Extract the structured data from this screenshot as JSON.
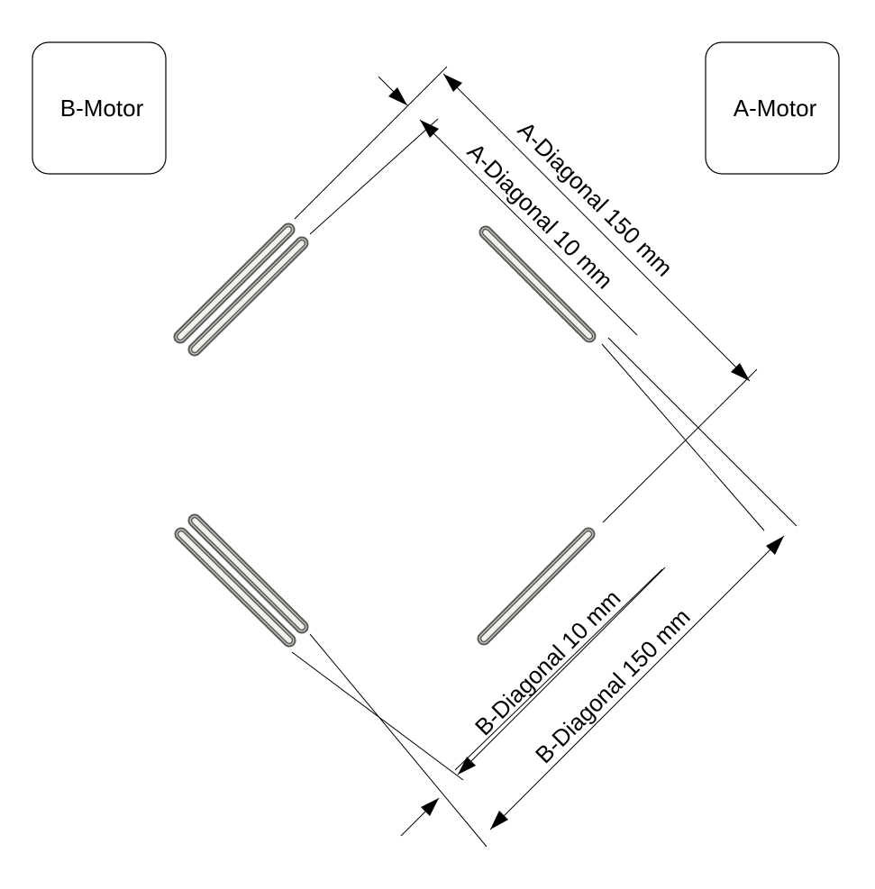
{
  "motors": {
    "b_label": "B-Motor",
    "a_label": "A-Motor"
  },
  "dimensions": {
    "a_outer": "A-Diagonal 150 mm",
    "a_inner": "A-Diagonal 10 mm",
    "b_inner": "B-Diagonal 10 mm",
    "b_outer": "B-Diagonal 150 mm"
  },
  "colors": {
    "line": "#000000",
    "slot_edge": "#5a5a58",
    "slot_body": "#c9c8bf",
    "slot_center": "#f2f2f0"
  }
}
